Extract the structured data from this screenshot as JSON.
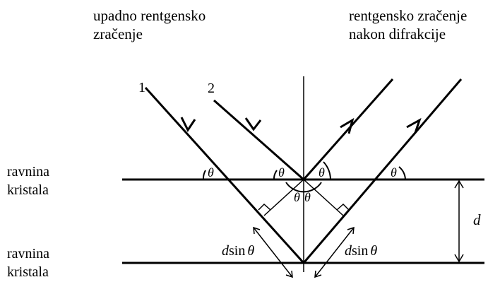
{
  "labels": {
    "incident_line1": "upadno rentgensko",
    "incident_line2": "zračenje",
    "diffracted_line1": "rentgensko zračenje",
    "diffracted_line2": "nakon difrakcije",
    "plane_top_line1": "ravnina",
    "plane_top_line2": "kristala",
    "plane_bottom_line1": "ravnina",
    "plane_bottom_line2": "kristala"
  },
  "rays": {
    "ray1": "1",
    "ray2": "2"
  },
  "symbols": {
    "theta": "θ",
    "d": "d",
    "dsin_d": "d",
    "dsin_fn": "sin",
    "dsin_theta": "θ"
  },
  "colors": {
    "ink": "#000000",
    "background": "#ffffff"
  }
}
